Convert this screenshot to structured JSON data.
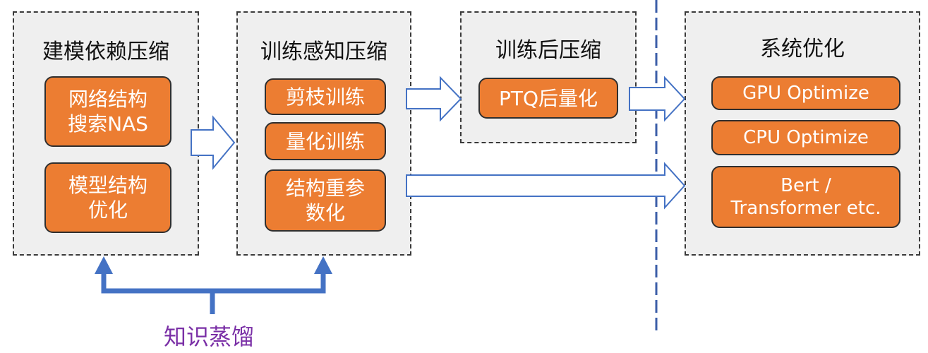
{
  "panels": {
    "modeling": {
      "title": "建模依赖压缩",
      "items": [
        "网络结构\n搜索NAS",
        "模型结构\n优化"
      ]
    },
    "training_aware": {
      "title": "训练感知压缩",
      "items": [
        "剪枝训练",
        "量化训练",
        "结构重参\n数化"
      ]
    },
    "post_training": {
      "title": "训练后压缩",
      "items": [
        "PTQ后量化"
      ]
    },
    "system": {
      "title": "系统优化",
      "items": [
        "GPU Optimize",
        "CPU Optimize",
        "Bert /\nTransformer etc."
      ]
    }
  },
  "distillation_label": "知识蒸馏",
  "colors": {
    "box_fill": "#ec7d32",
    "panel_fill": "#efefef",
    "connector_blue": "#4472c4",
    "divider_blue": "#3b5ea8",
    "label_purple": "#7a2fa6"
  }
}
